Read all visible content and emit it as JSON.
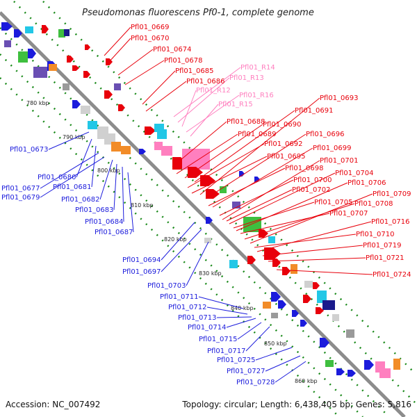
{
  "title": "Pseudomonas fluorescens Pf0-1, complete genome",
  "footer": {
    "accession": "Accession: NC_007492",
    "summary": "Topology: circular; Length: 6,438,405 bp; Genes: 5,816"
  },
  "colors": {
    "backbone": "#8c8c8c",
    "forward_genes": "#e8000b",
    "reverse_genes": "#1b1bdc",
    "rna_genes": "#ff7fbf",
    "dotted_guides": "#1a8a1a"
  },
  "ticks": [
    "780 kbp",
    "790 kbp",
    "800 kbp",
    "810 kbp",
    "820 kbp",
    "830 kbp",
    "840 kbp",
    "850 kbp",
    "860 kbp"
  ],
  "labels_top": [
    "Pfl01_0669",
    "Pfl01_0670",
    "Pfl01_0674",
    "Pfl01_0678",
    "Pfl01_0685",
    "Pfl01_0686",
    "Pfl01_0688",
    "Pfl01_0689",
    "Pfl01_0690",
    "Pfl01_0691",
    "Pfl01_0692",
    "Pfl01_0693",
    "Pfl01_0695",
    "Pfl01_0696",
    "Pfl01_0698",
    "Pfl01_0699",
    "Pfl01_0700",
    "Pfl01_0701",
    "Pfl01_0702",
    "Pfl01_0704",
    "Pfl01_0705",
    "Pfl01_0706",
    "Pfl01_0707",
    "Pfl01_0708",
    "Pfl01_0709",
    "Pfl01_0710",
    "Pfl01_0716",
    "Pfl01_0719",
    "Pfl01_0721",
    "Pfl01_0724"
  ],
  "labels_rna": [
    "Pfl01_R14",
    "Pfl01_R13",
    "Pfl01_R12",
    "Pfl01_R16",
    "Pfl01_R15"
  ],
  "labels_bottom": [
    "Pfl01_0673",
    "Pfl01_0680",
    "Pfl01_0681",
    "Pfl01_0677",
    "Pfl01_0679",
    "Pfl01_0682",
    "Pfl01_0683",
    "Pfl01_0684",
    "Pfl01_0687",
    "Pfl01_0694",
    "Pfl01_0697",
    "Pfl01_0703",
    "Pfl01_0711",
    "Pfl01_0712",
    "Pfl01_0713",
    "Pfl01_0714",
    "Pfl01_0715",
    "Pfl01_0717",
    "Pfl01_0725",
    "Pfl01_0727",
    "Pfl01_0728"
  ]
}
